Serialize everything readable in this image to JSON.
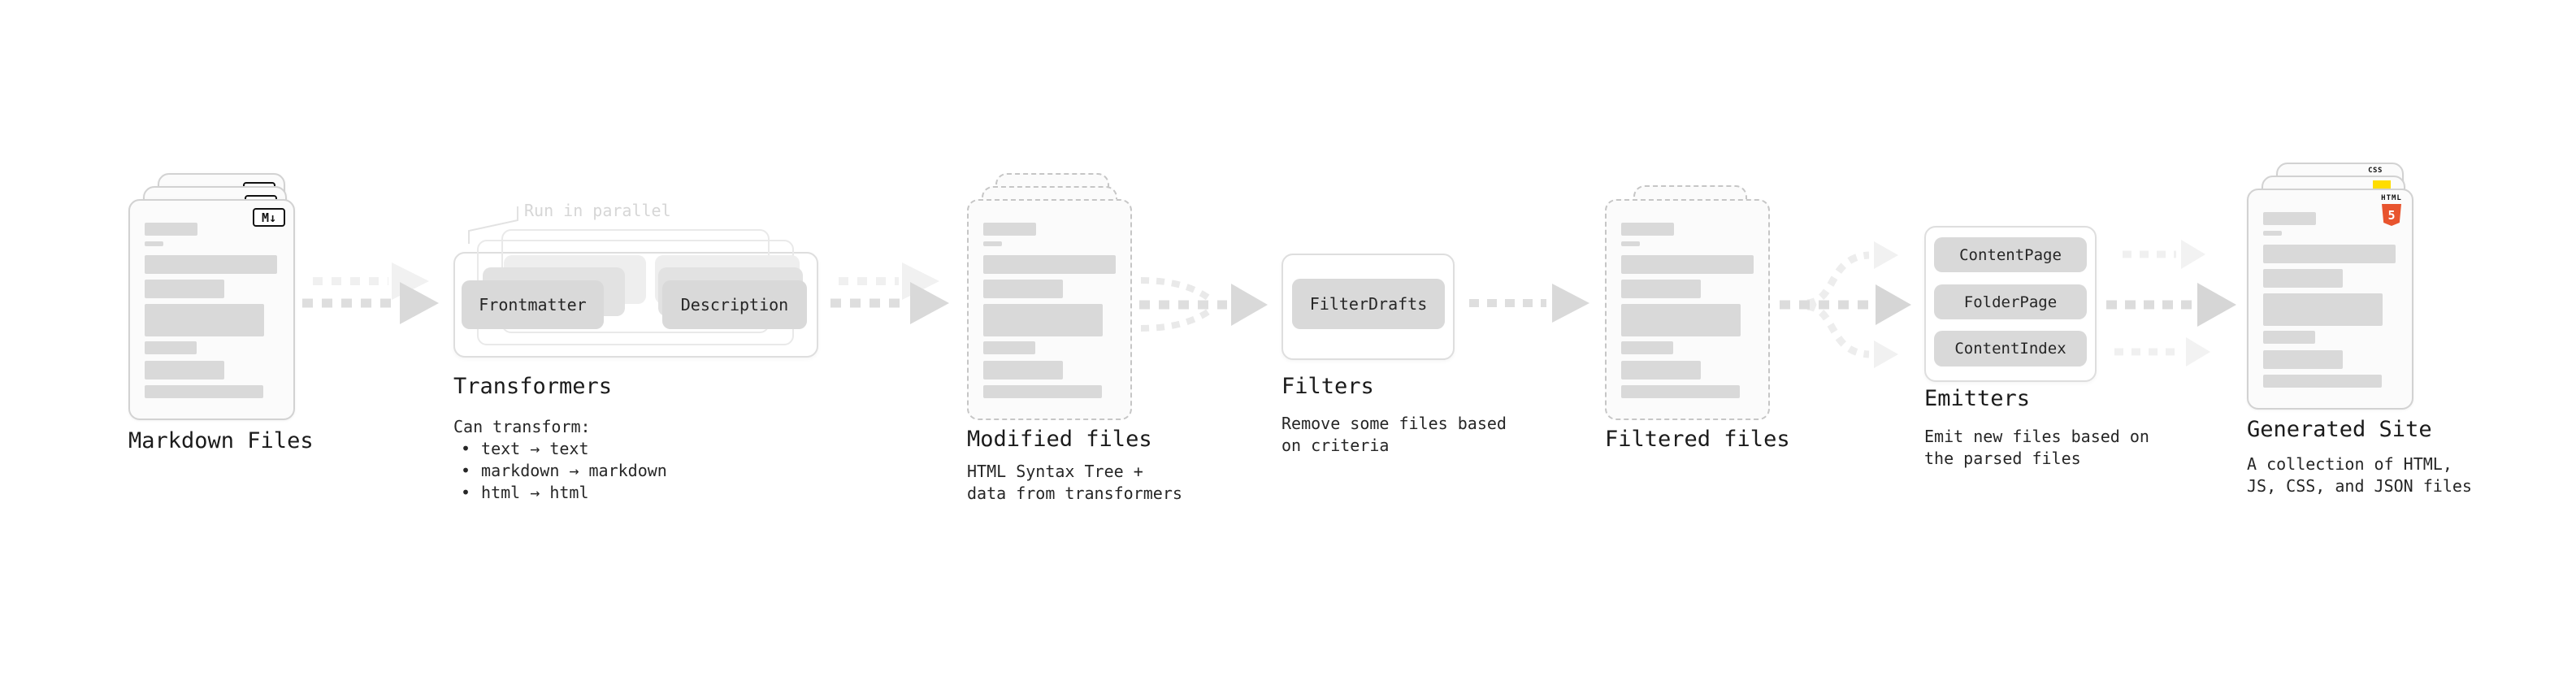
{
  "diagram": {
    "markdown_files": {
      "label": "Markdown Files",
      "badge": "M↓"
    },
    "transformers": {
      "callout": "Run in parallel",
      "step_frontmatter": "Frontmatter",
      "step_description": "Description",
      "heading": "Transformers",
      "description_title": "Can transform:",
      "bullet": "•",
      "bullets": [
        "text → text",
        "markdown → markdown",
        "html → html"
      ]
    },
    "modified_files": {
      "label": "Modified files",
      "description_line1": "HTML Syntax Tree +",
      "description_line2": "data from transformers"
    },
    "filters": {
      "chip": "FilterDrafts",
      "heading": "Filters",
      "description_line1": "Remove some files based",
      "description_line2": "on criteria"
    },
    "filtered_files": {
      "label": "Filtered files"
    },
    "emitters": {
      "chips": [
        "ContentPage",
        "FolderPage",
        "ContentIndex"
      ],
      "heading": "Emitters",
      "description_line1": "Emit new files based on",
      "description_line2": "the parsed files"
    },
    "generated_site": {
      "label": "Generated Site",
      "description_line1": "A collection of HTML,",
      "description_line2": "JS, CSS, and JSON files",
      "css_badge": "CSS",
      "html_badge_text": "HTML",
      "html_badge_number": "5"
    }
  },
  "colors": {
    "html5_orange": "#e8542e",
    "js_yellow": "#ffdd00",
    "css_blue": "#2c6bf2"
  }
}
